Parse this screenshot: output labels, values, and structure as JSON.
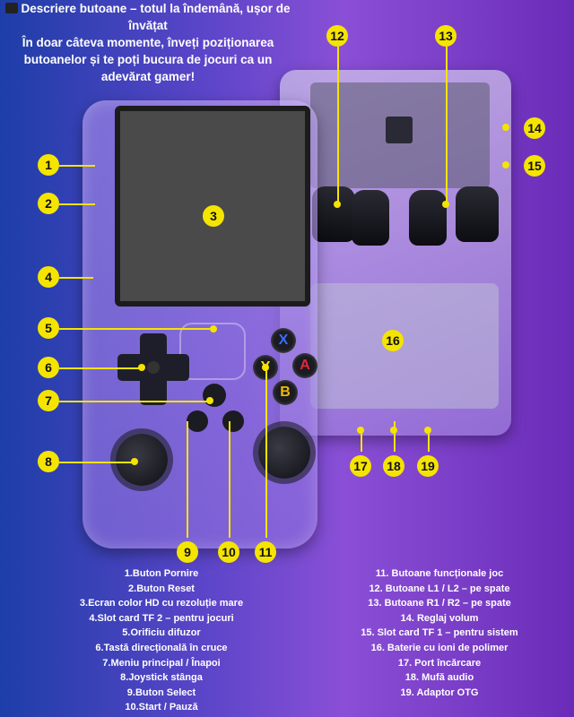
{
  "header": {
    "line1": "Descriere butoane – totul la îndemână, ușor de",
    "line2": "învățat",
    "line3": "În doar câteva momente, înveți poziționarea",
    "line4": "butoanelor și te poți bucura de jocuri ca un",
    "line5": "adevărat gamer!"
  },
  "face_buttons": {
    "x": "X",
    "a": "A",
    "y": "Y",
    "b": "B"
  },
  "markers": [
    "1",
    "2",
    "3",
    "4",
    "5",
    "6",
    "7",
    "8",
    "9",
    "10",
    "11",
    "12",
    "13",
    "14",
    "15",
    "16",
    "17",
    "18",
    "19"
  ],
  "legend_left": [
    "1.Buton Pornire",
    "2.Buton Reset",
    "3.Ecran color HD cu rezoluție mare",
    "4.Slot card TF 2 – pentru jocuri",
    "5.Orificiu difuzor",
    "6.Tastă direcțională în cruce",
    "7.Meniu principal / Înapoi",
    "8.Joystick stânga",
    "9.Buton Select",
    "10.Start / Pauză"
  ],
  "legend_right": [
    "11. Butoane funcționale joc",
    "12. Butoane L1 / L2 – pe spate",
    "13. Butoane R1 / R2 – pe spate",
    "14. Reglaj volum",
    "15. Slot card TF 1 – pentru sistem",
    "16. Baterie cu ioni de polimer",
    "17. Port încărcare",
    "18. Mufă audio",
    "19. Adaptor OTG"
  ],
  "colors": {
    "marker": "#f5e400",
    "x_button": "#3a6cff",
    "a_button": "#e0283a",
    "y_button": "#f2e300",
    "b_button": "#f2b800"
  }
}
